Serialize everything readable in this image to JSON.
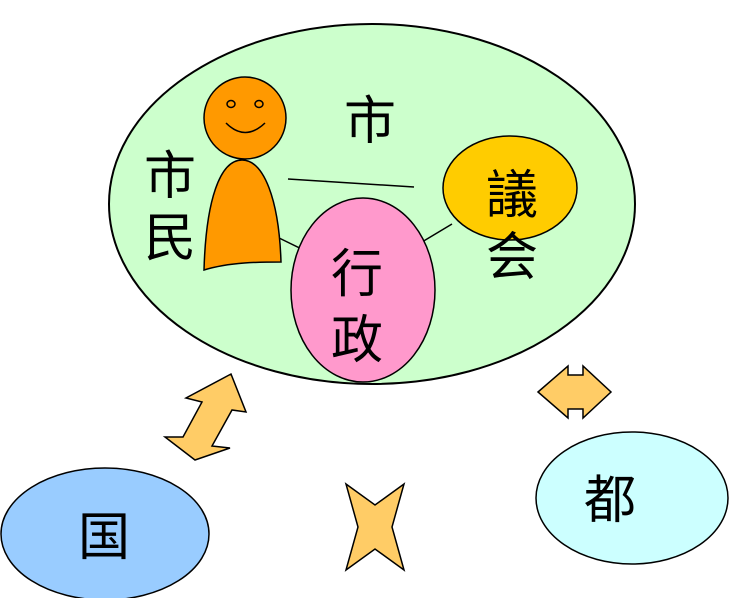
{
  "diagram": {
    "city_label": "市",
    "citizen_label_line1": "市",
    "citizen_label_line2": "民",
    "council_label_line1": "議",
    "council_label_line2": "会",
    "administration_label_line1": "行",
    "administration_label_line2": "政",
    "country_label": "国",
    "metropolis_label": "都"
  },
  "colors": {
    "city_fill": "#ccffcc",
    "citizen_fill": "#ff9900",
    "council_fill": "#ffcc00",
    "administration_fill": "#ff99cc",
    "country_fill": "#99ccff",
    "metropolis_fill": "#ccffff",
    "arrow_fill": "#ffcc66",
    "outline": "#000000"
  }
}
